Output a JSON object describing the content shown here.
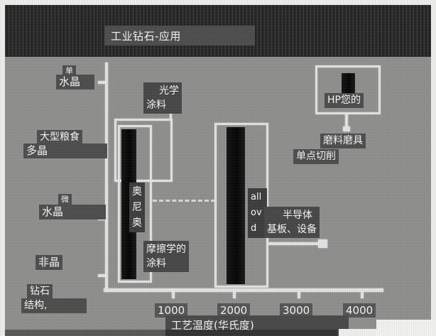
{
  "header": {
    "title": "工业钻石-应用"
  },
  "colors": {
    "background": "#8f8f8d",
    "top_band": "#292929",
    "overlay_box": "#4e4e4e",
    "diagram_line": "#e2e2e2",
    "bar_fill": "#0d0d0d",
    "text": "#f5f5f5"
  },
  "y_labels": {
    "single_small": "单",
    "single": "水晶",
    "large_grain": "大型粮食",
    "poly": "多晶",
    "micro_small": "微",
    "micro": "水晶",
    "amorphous": "非晶",
    "axis_caption_1": "钻石",
    "axis_caption_2": "结构,"
  },
  "x_axis": {
    "ticks": [
      "1000",
      "2000",
      "3000",
      "4000"
    ],
    "title": "工艺温度(华氏度)"
  },
  "annotations": {
    "optical_1": "光学",
    "optical_2": "涂料",
    "left_col_1": "奥",
    "left_col_2": "尼",
    "left_col_3": "奥",
    "mid_col_1": "all",
    "mid_col_2": "ov",
    "mid_col_3": "d",
    "tribo_1": "摩擦学的",
    "tribo_2": "涂料",
    "hp_label": "HP您的",
    "abrasive_1": "磨料磨具",
    "abrasive_2": "单点切削",
    "semi_1": "半导体",
    "semi_2": "基板、设备"
  },
  "chart_data": {
    "type": "area",
    "title": "工业钻石-应用",
    "xlabel": "工艺温度(华氏度)",
    "x_ticks": [
      1000,
      2000,
      3000,
      4000
    ],
    "xlim": [
      0,
      4400
    ],
    "grid": false,
    "y_categories_top_to_bottom": [
      "单水晶",
      "大型粮食 多晶",
      "微水晶",
      "非晶"
    ],
    "y_axis_caption": "钻石结构,",
    "regions": [
      {
        "label": "奥尼奥",
        "kind": "outlined-column",
        "x_range": [
          70,
          1000
        ],
        "inner_x_range": [
          150,
          680
        ],
        "y_span": [
          "单水晶",
          "非晶"
        ],
        "callouts": [
          "光学 涂料",
          "摩擦学的 涂料"
        ]
      },
      {
        "label": "all ov d",
        "kind": "outlined-column",
        "x_range": [
          1660,
          2510
        ],
        "y_span": [
          "单水晶",
          "非晶"
        ],
        "callouts": [
          "半导体 基板、设备"
        ]
      },
      {
        "label": "HP您的",
        "kind": "outlined-box",
        "x_range": [
          3270,
          4300
        ],
        "y_span": [
          "单水晶"
        ],
        "callouts": [
          "磨料磨具 单点切削"
        ]
      }
    ],
    "bars": [
      {
        "region": "奥尼奥",
        "x_range": [
          180,
          420
        ]
      },
      {
        "region": "all ov d",
        "x_range": [
          1850,
          2150
        ]
      },
      {
        "region": "HP您的",
        "x_range": [
          3690,
          3900
        ]
      }
    ],
    "connector": {
      "type": "dashed-line",
      "between": [
        "奥尼奥",
        "all ov d"
      ]
    }
  }
}
